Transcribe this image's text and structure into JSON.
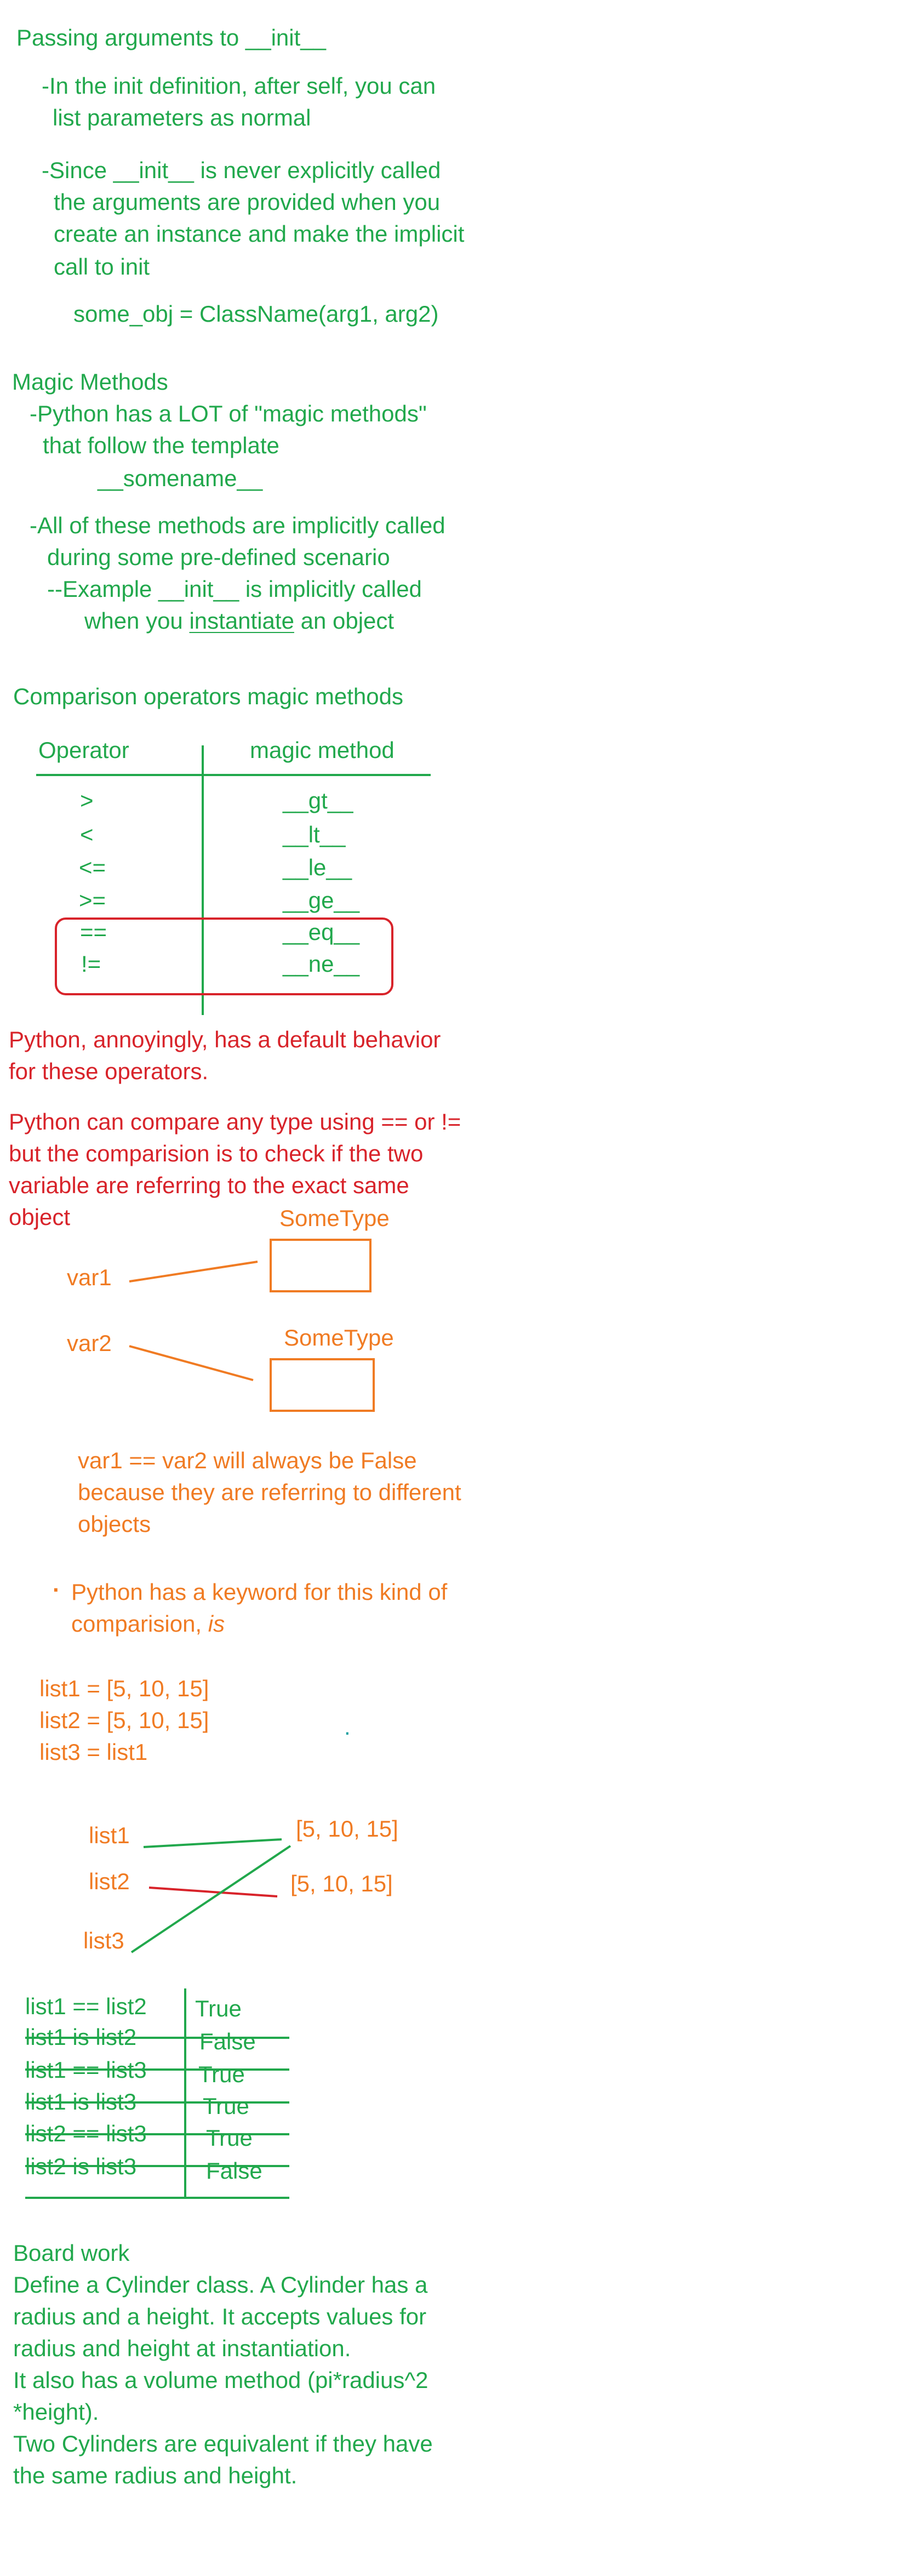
{
  "init_section": {
    "title": "Passing arguments to __init__",
    "point1": [
      "-In the init definition, after self, you can",
      "list parameters as normal"
    ],
    "point2": [
      "-Since __init__ is never explicitly called",
      "the arguments are provided when you",
      "create an instance and make the implicit",
      "call to init"
    ],
    "code_example": "some_obj = ClassName(arg1, arg2)"
  },
  "magic_section": {
    "title": "Magic Methods",
    "point1": [
      "-Python has a LOT of \"magic methods\"",
      "that follow the template",
      "__somename__"
    ],
    "point2": [
      "-All of these methods are implicitly called",
      "during some pre-defined scenario"
    ],
    "example_line1": "--Example __init__ is implicitly called",
    "example_line2_before": "when you ",
    "example_line2_underlined": "instantiate",
    "example_line2_after": " an object"
  },
  "comparison_section": {
    "title": "Comparison operators magic methods",
    "col_operator": "Operator",
    "col_method": "magic method",
    "rows": [
      {
        "op": ">",
        "method": "__gt__"
      },
      {
        "op": "<",
        "method": "__lt__"
      },
      {
        "op": "<=",
        "method": "__le__"
      },
      {
        "op": ">=",
        "method": "__ge__"
      },
      {
        "op": "==",
        "method": "__eq__"
      },
      {
        "op": "!=",
        "method": "__ne__"
      }
    ]
  },
  "default_behavior": {
    "lines1": [
      "Python, annoyingly, has a default behavior",
      "for these operators."
    ],
    "lines2": [
      "Python can compare any type using == or !=",
      "but the comparision is to check if the two",
      "variable are referring to the exact same",
      "object"
    ]
  },
  "diagram_objects": {
    "type_label_1": "SomeType",
    "type_label_2": "SomeType",
    "var1": "var1",
    "var2": "var2",
    "conclusion": [
      "var1 == var2  will always be False",
      "because they are referring to different",
      "objects"
    ],
    "bullet": "·",
    "keyword_line1": "Python has a keyword for this kind of",
    "keyword_line2_before": "comparision, ",
    "keyword_line2_italic": "is"
  },
  "lists_example": {
    "code": [
      "list1 = [5, 10, 15]",
      "list2 = [5, 10, 15]",
      "list3 = list1"
    ],
    "dot": ".",
    "diagram_list1": "list1",
    "diagram_list2": "list2",
    "diagram_list3": "list3",
    "value_a": "[5, 10, 15]",
    "value_b": "[5, 10, 15]"
  },
  "truth_table": [
    {
      "expr": "list1 == list2",
      "result": "True"
    },
    {
      "expr": "list1 is list2",
      "result": "False"
    },
    {
      "expr": "list1 == list3",
      "result": "True"
    },
    {
      "expr": "list1 is list3",
      "result": "True"
    },
    {
      "expr": "list2 == list3",
      "result": "True"
    },
    {
      "expr": "list2 is list3",
      "result": "False"
    }
  ],
  "board_work": {
    "title": "Board work",
    "lines": [
      "Define a Cylinder class. A Cylinder has a",
      "radius and a height. It accepts values for",
      "radius and height at instantiation.",
      "It also has a volume method (pi*radius^2",
      "*height).",
      "Two Cylinders are equivalent if they have",
      "the same radius and height."
    ]
  },
  "colors": {
    "green": "#21a84c",
    "red": "#d8232a",
    "orange": "#f07b23",
    "teal_dot": "#1aa0a0"
  }
}
